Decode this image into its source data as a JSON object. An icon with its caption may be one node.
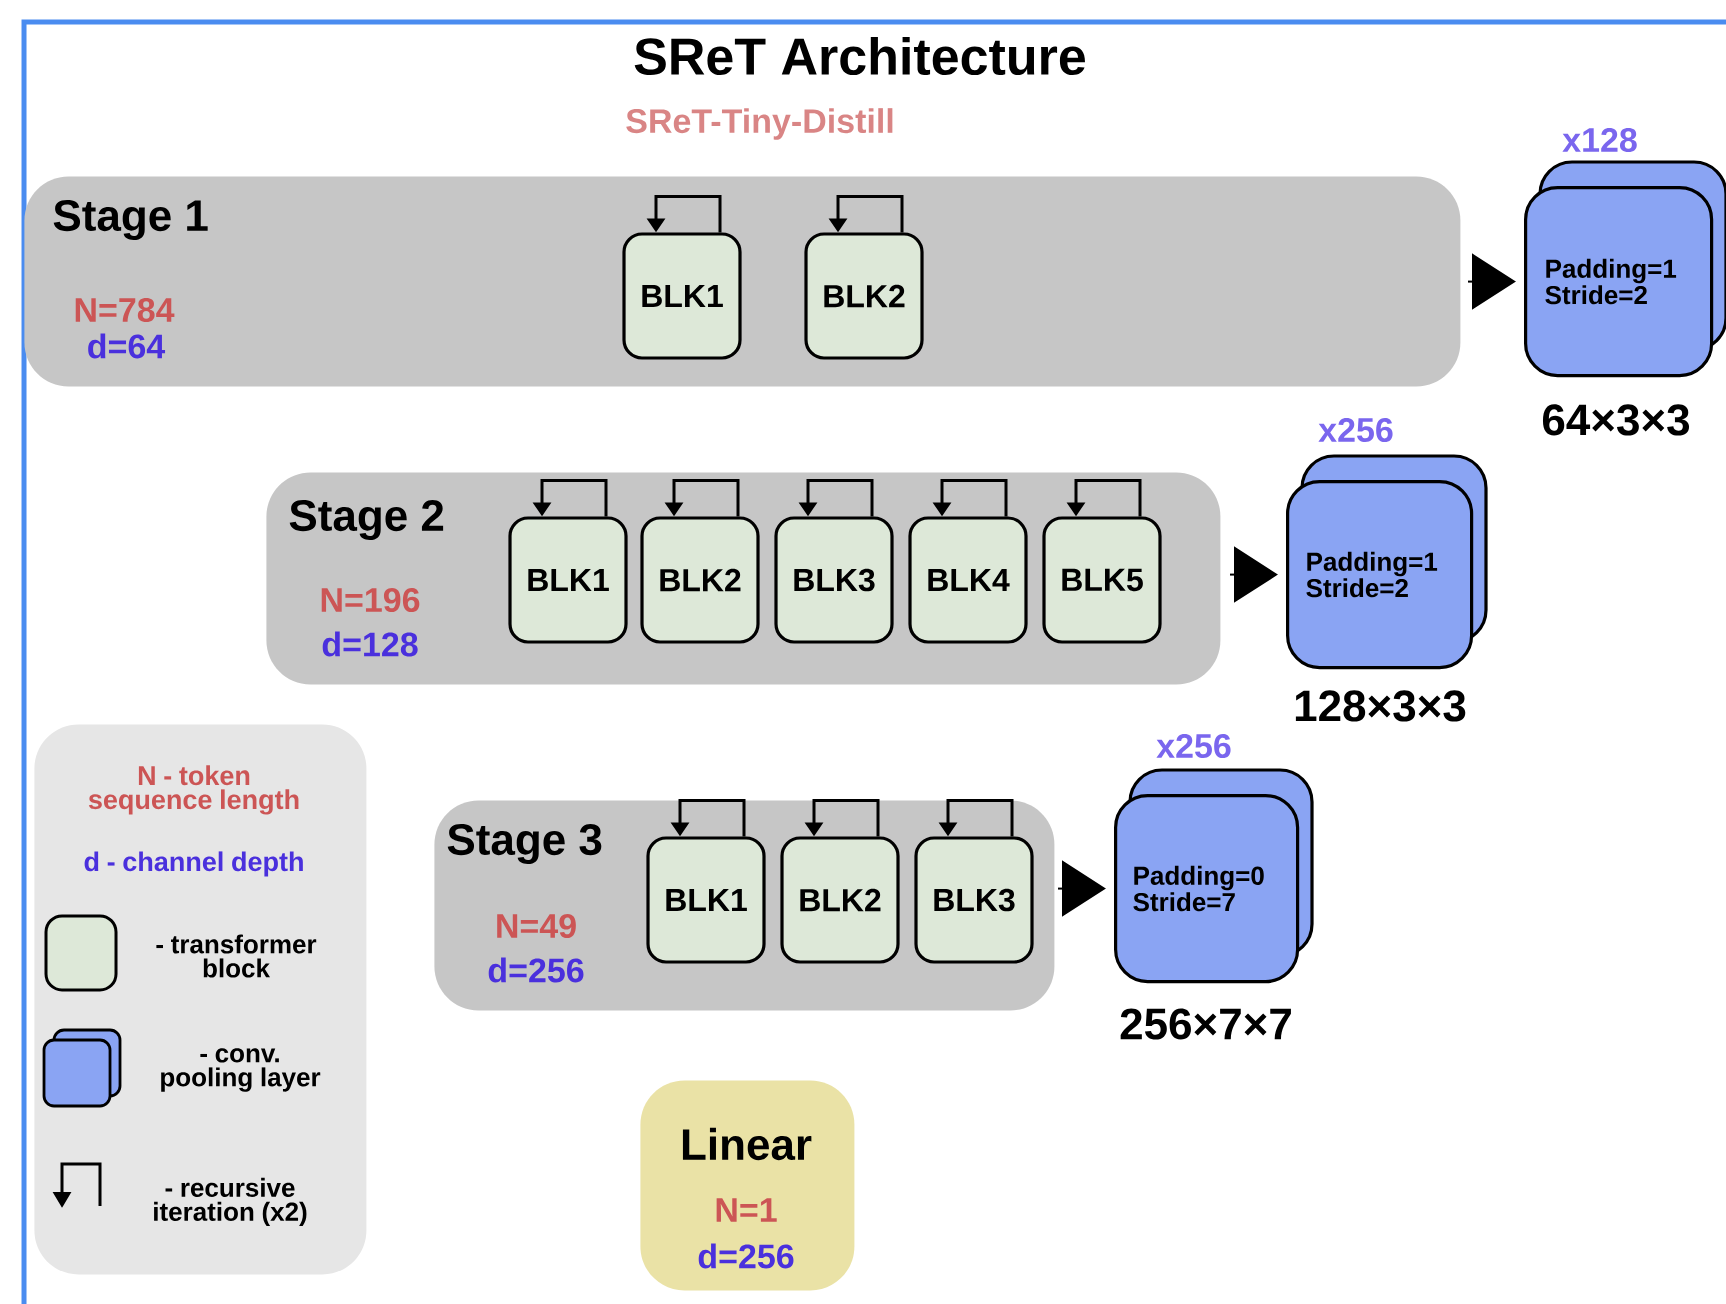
{
  "diagram": {
    "title": "SReT Architecture",
    "nodes": [
      {
        "text": [
          "Stage 1",
          "N=784",
          "d=64"
        ]
      },
      {
        "text": [
          "BLK1"
        ],
        "in": 0
      },
      {
        "text": [
          "BLK2"
        ],
        "in": 0
      },
      {
        "text": [
          "Padding=1 Stride=2"
        ],
        "beside": [
          "x128",
          "64×3×3"
        ]
      },
      {
        "text": [
          "Stage 2",
          "N=196",
          "d=128"
        ]
      },
      {
        "text": [
          "BLK1"
        ],
        "in": 4
      },
      {
        "text": [
          "BLK2"
        ],
        "in": 4
      },
      {
        "text": [
          "BLK3"
        ],
        "in": 4
      },
      {
        "text": [
          "BLK4"
        ],
        "in": 4
      },
      {
        "text": [
          "BLK5"
        ],
        "in": 4
      },
      {
        "text": [
          "Padding=1 Stride=2"
        ],
        "beside": [
          "x256",
          "128×3×3"
        ]
      },
      {
        "text": [
          "Stage 3",
          "N=49",
          "d=256"
        ]
      },
      {
        "text": [
          "BLK1"
        ],
        "in": 11
      },
      {
        "text": [
          "BLK2"
        ],
        "in": 11
      },
      {
        "text": [
          "BLK3"
        ],
        "in": 11
      },
      {
        "text": [
          "Padding=0 Stride=7"
        ],
        "beside": [
          "x256",
          "256×7×7"
        ]
      },
      {
        "text": [
          "Linear",
          "N=1",
          "d=256"
        ]
      },
      {
        "text": [
          "N - token sequence length",
          "d - channel depth"
        ]
      }
    ],
    "edges": [
      {
        "from": 1,
        "to": 1,
        "arrow": "to"
      },
      {
        "from": 2,
        "to": 2,
        "arrow": "to"
      },
      {
        "from": 0,
        "to": 3,
        "arrow": "to"
      },
      {
        "from": 5,
        "to": 5,
        "arrow": "to"
      },
      {
        "from": 6,
        "to": 6,
        "arrow": "to"
      },
      {
        "from": 7,
        "to": 7,
        "arrow": "to"
      },
      {
        "from": 8,
        "to": 8,
        "arrow": "to"
      },
      {
        "from": 9,
        "to": 9,
        "arrow": "to"
      },
      {
        "from": 4,
        "to": 10,
        "arrow": "to"
      },
      {
        "from": 12,
        "to": 12,
        "arrow": "to"
      },
      {
        "from": 13,
        "to": 13,
        "arrow": "to"
      },
      {
        "from": 14,
        "to": 14,
        "arrow": "to"
      },
      {
        "from": 11,
        "to": 15,
        "arrow": "to"
      }
    ],
    "labels": [
      "SReT-Tiny-Distill"
    ],
    "legend": [
      {
        "text": "- transformer block"
      },
      {
        "text": "- conv. pooling layer"
      },
      {
        "text": "- recursive iteration (x2)"
      }
    ]
  }
}
